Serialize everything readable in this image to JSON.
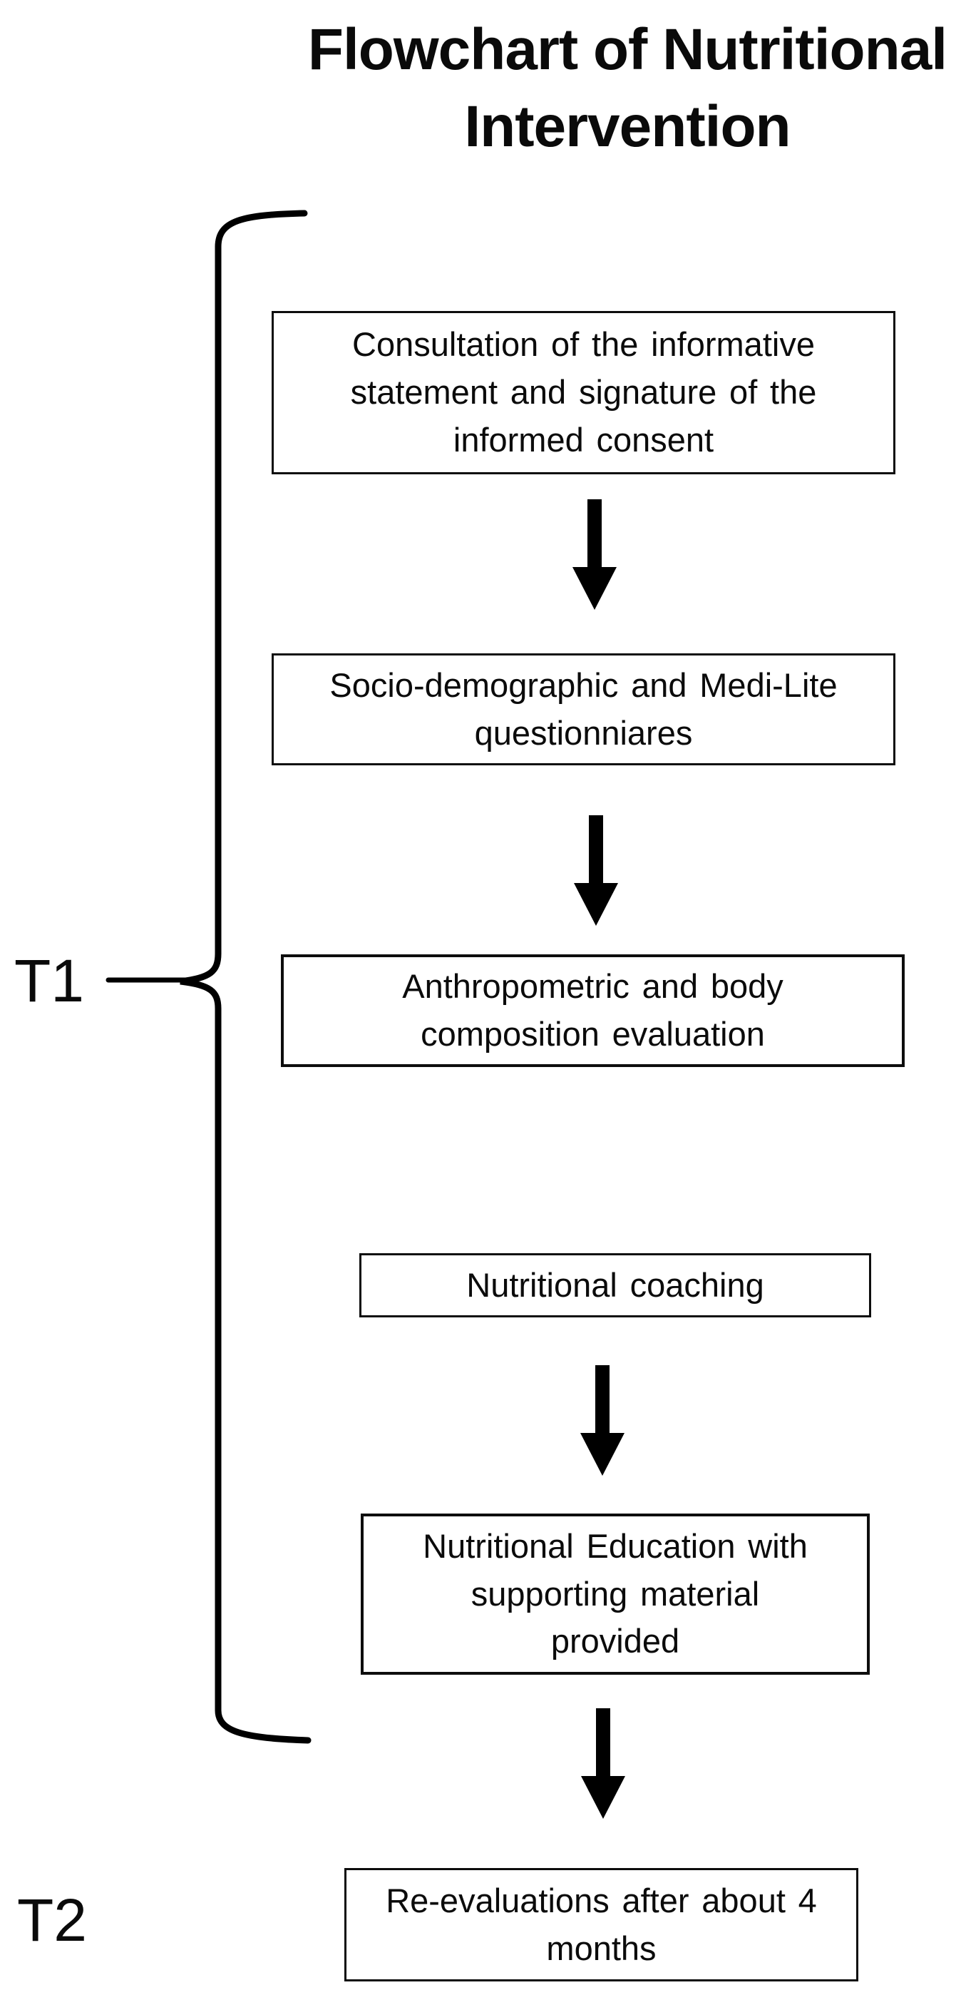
{
  "title": {
    "full": "Flowchart of Nutritional Intervention",
    "lines": [
      "Flowchart of Nutritional",
      "Intervention"
    ]
  },
  "timeline": {
    "t1_label": "T1",
    "t2_label": "T2"
  },
  "flow": {
    "boxes": [
      {
        "name": "consultation",
        "text": "Consultation of the informative statement and signature of the informed consent"
      },
      {
        "name": "questionnaires",
        "text": "Socio-demographic and Medi-Lite questionniares"
      },
      {
        "name": "anthropometric",
        "text": "Anthropometric and body composition evaluation"
      },
      {
        "name": "coaching",
        "text": "Nutritional coaching"
      },
      {
        "name": "education",
        "text": "Nutritional Education with supporting material provided"
      },
      {
        "name": "reevaluation",
        "text": "Re-evaluations after about 4 months"
      }
    ],
    "connector_icons": [
      "down-arrow",
      "down-arrow",
      "down-arrow",
      "down-arrow"
    ],
    "brace_icon": "curly-brace",
    "colors": {
      "ink": "#000000",
      "background": "#ffffff"
    }
  }
}
